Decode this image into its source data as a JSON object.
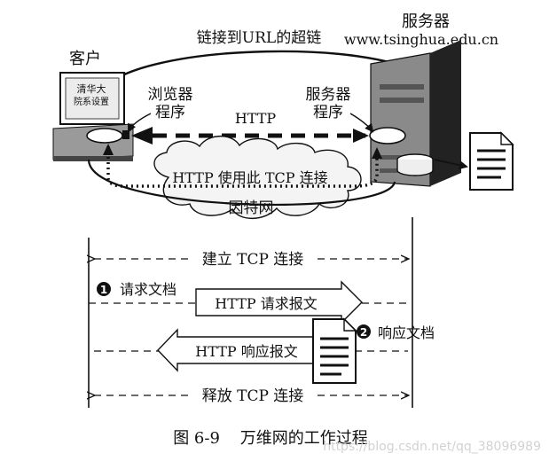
{
  "colors": {
    "ink": "#111111",
    "paper": "#ffffff",
    "cloud": "#f4f4f4",
    "server_dark": "#222222",
    "server_gray": "#8a8a8a",
    "watermark": "#d2d2d2"
  },
  "top": {
    "link_label": "链接到URL的超链",
    "server_name": "服务器",
    "server_url": "www.tsinghua.edu.cn",
    "client_label": "客户",
    "browser_label_1": "浏览器",
    "browser_label_2": "程序",
    "server_prog_1": "服务器",
    "server_prog_2": "程序",
    "http_label": "HTTP",
    "tcp_label": "HTTP 使用此 TCP 连接",
    "internet_label": "因特网",
    "monitor_text_1": "清华大",
    "monitor_text_2": "院系设置"
  },
  "timeline": {
    "establish_label": "建立 TCP 连接",
    "step1_marker": "1",
    "step1_label": "请求文档",
    "request_msg": "HTTP 请求报文",
    "step2_marker": "2",
    "step2_label": "响应文档",
    "response_msg": "HTTP 响应报文",
    "release_label": "释放 TCP 连接"
  },
  "caption": "图 6-9    万维网的工作过程",
  "watermark": "https://blog.csdn.net/qq_38096989"
}
